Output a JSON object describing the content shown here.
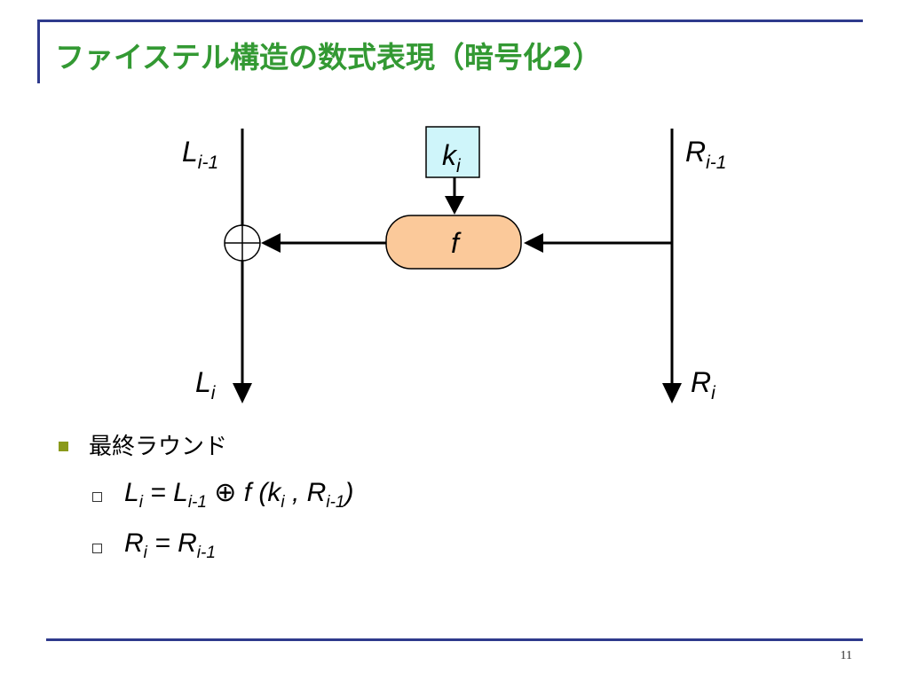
{
  "slide": {
    "title": "ファイステル構造の数式表現（暗号化2）",
    "page_number": "11"
  },
  "diagram": {
    "left_input": {
      "base": "L",
      "sub": "i-1"
    },
    "right_input": {
      "base": "R",
      "sub": "i-1"
    },
    "left_output": {
      "base": "L",
      "sub": "i"
    },
    "right_output": {
      "base": "R",
      "sub": "i"
    },
    "key": {
      "base": "k",
      "sub": "i"
    },
    "function": "f",
    "xor_symbol": "⊕",
    "colors": {
      "key_box": "#cff5fa",
      "function_box": "#fbc99a",
      "line": "#000000"
    }
  },
  "bullets": {
    "heading": "最終ラウンド",
    "items": [
      {
        "lhs_base": "L",
        "lhs_sub": "i",
        "eq": " = ",
        "rhs1_base": "L",
        "rhs1_sub": "i-1",
        "op": " ⊕ ",
        "fn": "f",
        "open": " (",
        "arg1_base": "k",
        "arg1_sub": "i",
        "comma": " , ",
        "arg2_base": "R",
        "arg2_sub": "i-1",
        "close": ")"
      },
      {
        "lhs_base": "R",
        "lhs_sub": "i",
        "eq": " = ",
        "rhs1_base": "R",
        "rhs1_sub": "i-1"
      }
    ]
  },
  "theme": {
    "title_color": "#339933",
    "frame_color": "#2e3a8c",
    "bullet_color": "#8a9a1a"
  }
}
